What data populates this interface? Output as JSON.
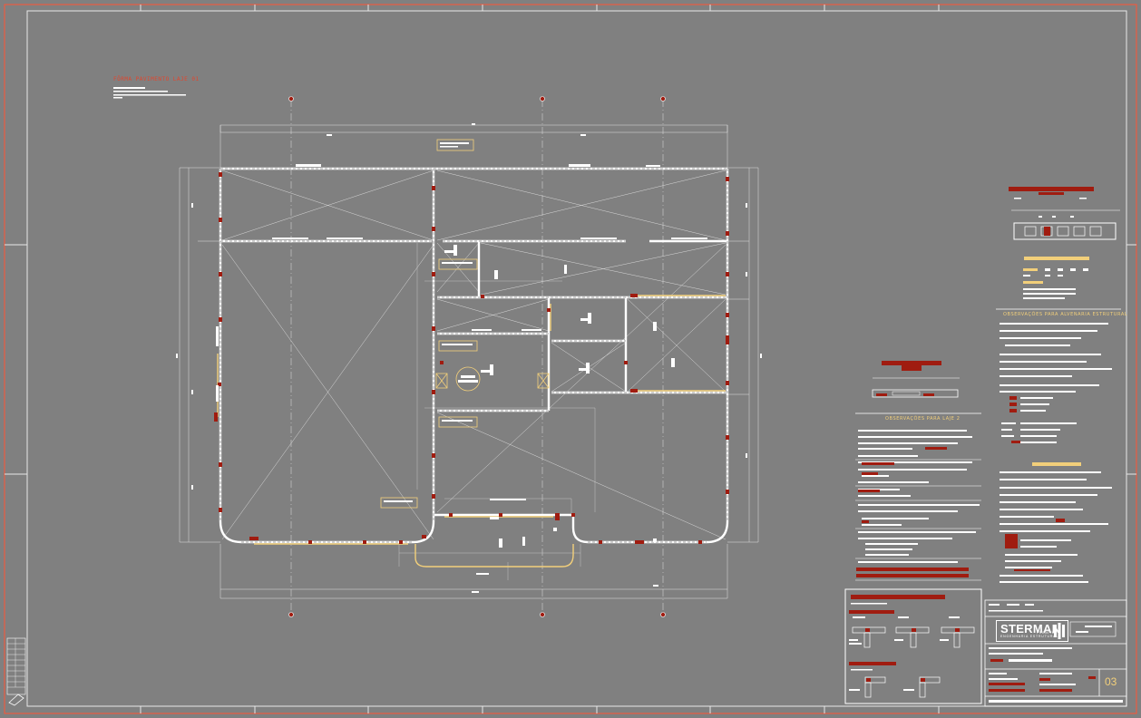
{
  "drawing": {
    "title": "FÔRMA PAVIMENTO LAJE 01",
    "border_color": "#ff5533",
    "line_color": "#e8e8e8",
    "wall_color": "#ffffff",
    "column_color": "#a01c10",
    "highlight_color": "#f2cf7a",
    "background_color": "#808080"
  },
  "notes": {
    "slab_notes_title": "OBSERVAÇÕES PARA LAJE 2",
    "masonry_notes_title": "OBSERVAÇÕES PARA ALVENARIA ESTRUTURAL"
  },
  "title_block": {
    "company": "STERMAN",
    "company_sub": "ENGENHARIA ESTRUTURAL",
    "company_tag": "PROJETOS",
    "sheet_number": "03"
  }
}
